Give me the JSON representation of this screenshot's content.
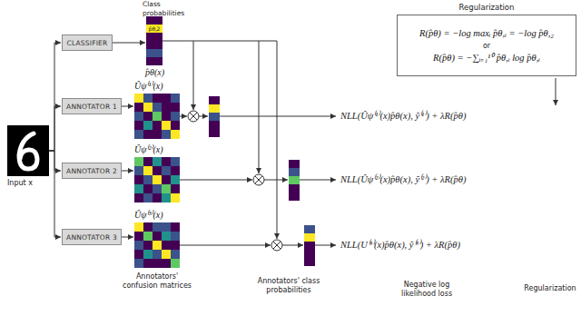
{
  "diagram": {
    "nodes": [
      {
        "text": [
          "Input x"
        ]
      },
      {
        "text": [
          "CLASSIFIER"
        ]
      },
      {
        "text": [
          "ANNOTATOR 1"
        ]
      },
      {
        "text": [
          "ANNOTATOR 2"
        ]
      },
      {
        "text": [
          "ANNOTATOR 3"
        ]
      },
      {
        "text": [
          "p̂θ,2"
        ]
      },
      {
        "text": [
          "Ûψ⁽¹⁾(x)"
        ]
      },
      {
        "text": [
          "Ûψ⁽²⁾(x)"
        ]
      },
      {
        "text": [
          "Ûψ⁽³⁾(x)"
        ]
      },
      {
        "text": [
          "Regularization",
          "R(p̂θ) = −log maxᵢ p̂θ,ᵢ = −log p̂θ,₂",
          "or",
          "R(p̂θ) = −∑ᵢ₌₁¹⁰ p̂θ,ᵢ log p̂θ,ᵢ"
        ]
      }
    ],
    "edges": [
      {
        "from": 0,
        "to": 1,
        "arrow": "to"
      },
      {
        "from": 0,
        "to": 2,
        "arrow": "to"
      },
      {
        "from": 0,
        "to": 3,
        "arrow": "to"
      },
      {
        "from": 0,
        "to": 4,
        "arrow": "to"
      },
      {
        "from": 1,
        "to": 5,
        "arrow": "to"
      },
      {
        "from": 2,
        "to": 6,
        "arrow": "to"
      },
      {
        "from": 3,
        "to": 7,
        "arrow": "to"
      },
      {
        "from": 4,
        "to": 8,
        "arrow": "to"
      }
    ],
    "labels": [
      "Class probabilities",
      "p̂θ(x)",
      "NLL(Ûψ⁽¹⁾(x)p̂θ(x), ỹ⁽¹⁾) + λR(p̂θ)",
      "NLL(Ûψ⁽²⁾(x)p̂θ(x), ỹ⁽²⁾) + λR(p̂θ)",
      "NLL(U⁽³⁾(x)p̂θ(x), ỹ⁽³⁾) + λR(p̂θ)",
      "Annotators' confusion matrices",
      "Annotators' class probabilities",
      "Negative log likelihood loss",
      "Regularization"
    ]
  }
}
